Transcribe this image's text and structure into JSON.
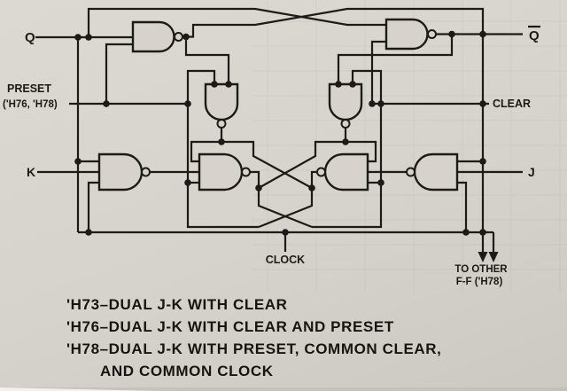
{
  "colors": {
    "background": "#d7d3cc",
    "ink": "#1d1b18"
  },
  "terminals": {
    "q": "Q",
    "q_bar": "Q",
    "preset_line1": "PRESET",
    "preset_line2": "('H76, 'H78)",
    "clear": "CLEAR",
    "k": "K",
    "j": "J",
    "clock": "CLOCK",
    "to_other_line1": "TO OTHER",
    "to_other_line2": "F-F ('H78)"
  },
  "caption": {
    "line1": "'H73–DUAL J-K WITH CLEAR",
    "line2": "'H76–DUAL J-K WITH CLEAR AND PRESET",
    "line3": "'H78–DUAL J-K WITH PRESET, COMMON CLEAR,",
    "line4": "AND COMMON CLOCK"
  }
}
